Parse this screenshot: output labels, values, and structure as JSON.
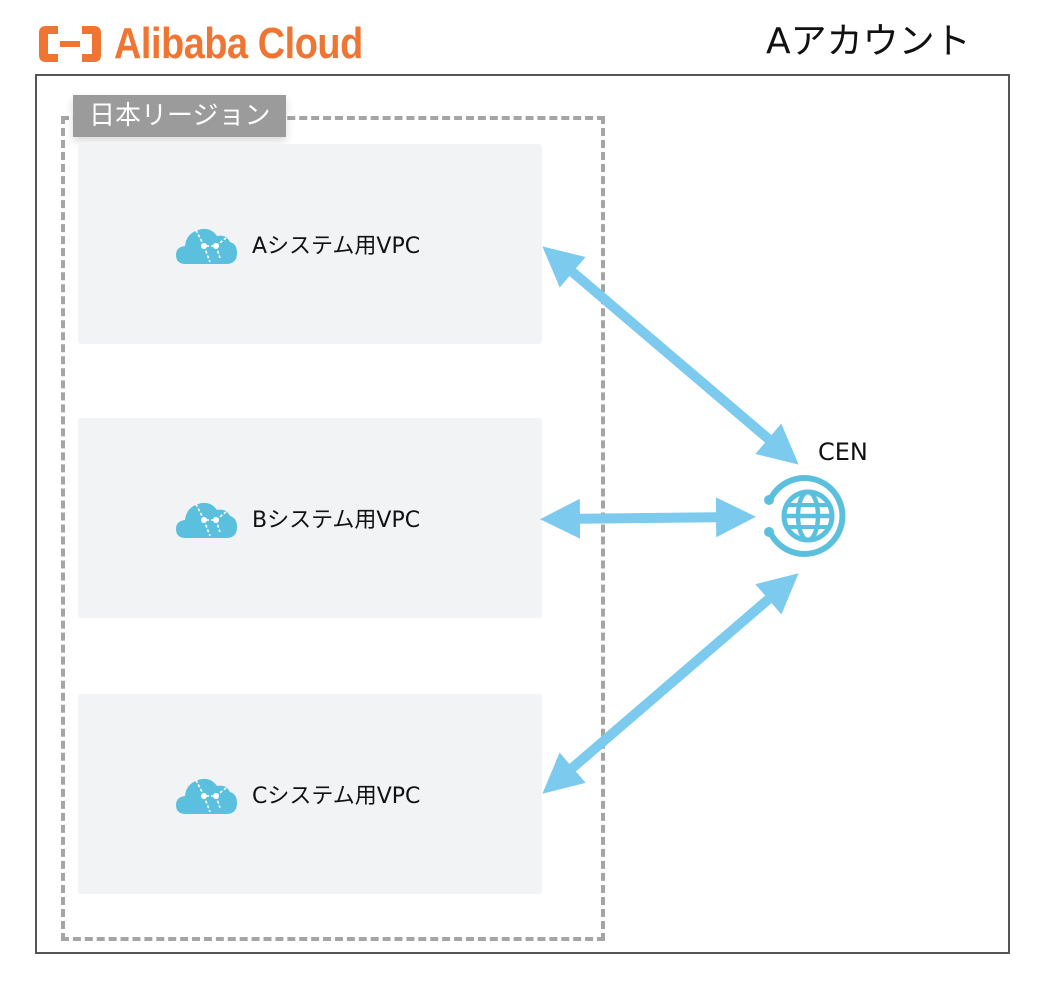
{
  "header": {
    "brand": "Alibaba Cloud",
    "brand_icon": "alibaba-cloud-logo-icon",
    "account_title": "Aアカウント"
  },
  "region": {
    "label": "日本リージョン"
  },
  "vpcs": [
    {
      "label": "Aシステム用VPC",
      "icon": "vpc-cloud-icon"
    },
    {
      "label": "Bシステム用VPC",
      "icon": "vpc-cloud-icon"
    },
    {
      "label": "Cシステム用VPC",
      "icon": "vpc-cloud-icon"
    }
  ],
  "cen": {
    "label": "CEN",
    "icon": "globe-icon"
  },
  "connections": [
    {
      "from": "Aシステム用VPC",
      "to": "CEN",
      "direction": "bidirectional"
    },
    {
      "from": "Bシステム用VPC",
      "to": "CEN",
      "direction": "bidirectional"
    },
    {
      "from": "Cシステム用VPC",
      "to": "CEN",
      "direction": "bidirectional"
    }
  ],
  "colors": {
    "brand_orange": "#f07532",
    "arrow_blue": "#7ccbef",
    "icon_blue": "#5bc0de",
    "region_label_bg": "#9b9b9b",
    "vpc_bg": "#f2f3f5",
    "dashed_border": "#a5a5a5",
    "account_border": "#555555"
  }
}
